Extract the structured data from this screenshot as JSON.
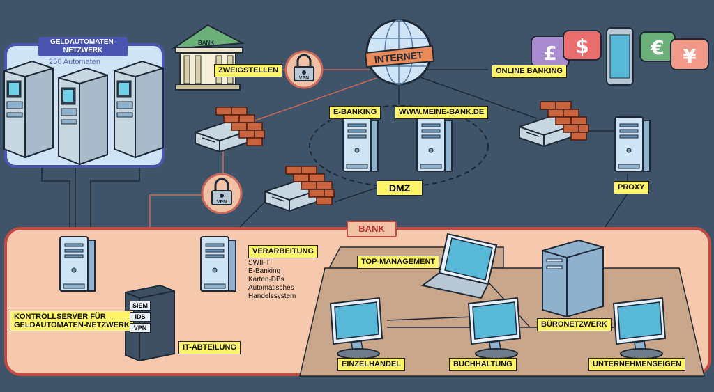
{
  "atm_network": {
    "title": "GELDAUTOMATEN-NETZWERK",
    "subtitle": "250 Automaten"
  },
  "internet": {
    "label": "INTERNET"
  },
  "bank_icon": {
    "label": "BANK"
  },
  "labels": {
    "zweigstellen": "ZWEIGSTELLEN",
    "online_banking": "ONLINE BANKING",
    "e_banking": "E-BANKING",
    "website": "WWW.MEINE-BANK.DE",
    "dmz": "DMZ",
    "proxy": "PROXY",
    "bank": "BANK",
    "verarbeitung": "VERARBEITUNG",
    "kontrollserver_1": "KONTROLLSERVER FÜR",
    "kontrollserver_2": "GELDAUTOMATEN-NETZWERK",
    "it_abteilung": "IT-ABTEILUNG",
    "top_management": "TOP-MANAGEMENT",
    "buronetzwerk": "BÜRONETZWERK",
    "einzelhandel": "EINZELHANDEL",
    "buchhaltung": "BUCHHALTUNG",
    "unternehmenseigen": "UNTERNEHMENSEIGEN"
  },
  "verarbeitung_items": [
    "SWIFT",
    "E-Banking",
    "Karten-DBs",
    "Automatisches",
    "Handelssystem"
  ],
  "vpn": "VPN",
  "rack_units": [
    "SIEM",
    "IDS",
    "VPN"
  ],
  "currencies": [
    "£",
    "$",
    "€",
    "¥"
  ],
  "colors": {
    "background": "#3f5468",
    "label": "#fff46a",
    "bank_zone": "#f6c8ad",
    "bank_border": "#c44a44",
    "atm_zone": "#cfe4f6"
  }
}
